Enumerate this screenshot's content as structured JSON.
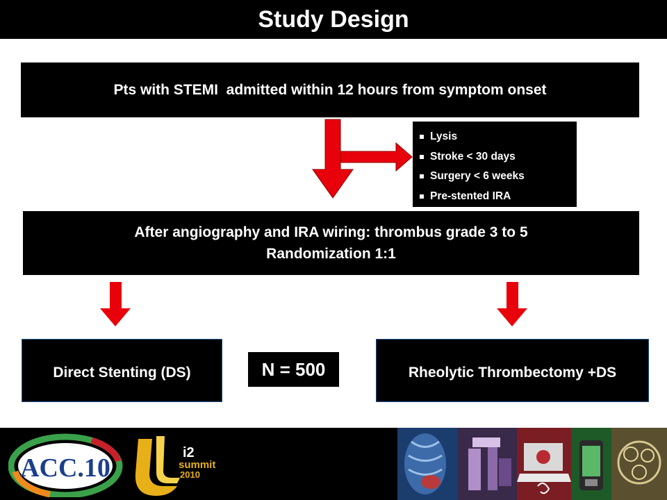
{
  "header": {
    "title": "Study Design"
  },
  "flow": {
    "top_box": "Pts with STEMI  admitted within 12 hours from symptom onset",
    "exclusions": [
      "Lysis",
      "Stroke < 30 days",
      "Surgery < 6 weeks",
      "Pre-stented IRA"
    ],
    "mid_box_line1": "After angiography and IRA wiring: thrombus grade 3 to 5",
    "mid_box_line2": "Randomization 1:1",
    "left_arm": "Direct Stenting (DS)",
    "sample_size": "N = 500",
    "right_arm": "Rheolytic Thrombectomy +DS"
  },
  "footer": {
    "acc_logo_text": "ACC.10",
    "i2_logo_text": "i2",
    "i2_logo_line2": "summit",
    "i2_logo_year": "2010"
  },
  "colors": {
    "arrow": "#e8000b",
    "box": "#000000",
    "acc_green": "#3aa14a",
    "acc_orange": "#f08a1c",
    "acc_red": "#c8202a",
    "acc_blue": "#1c3f8c",
    "i2_gold": "#e8b018"
  }
}
